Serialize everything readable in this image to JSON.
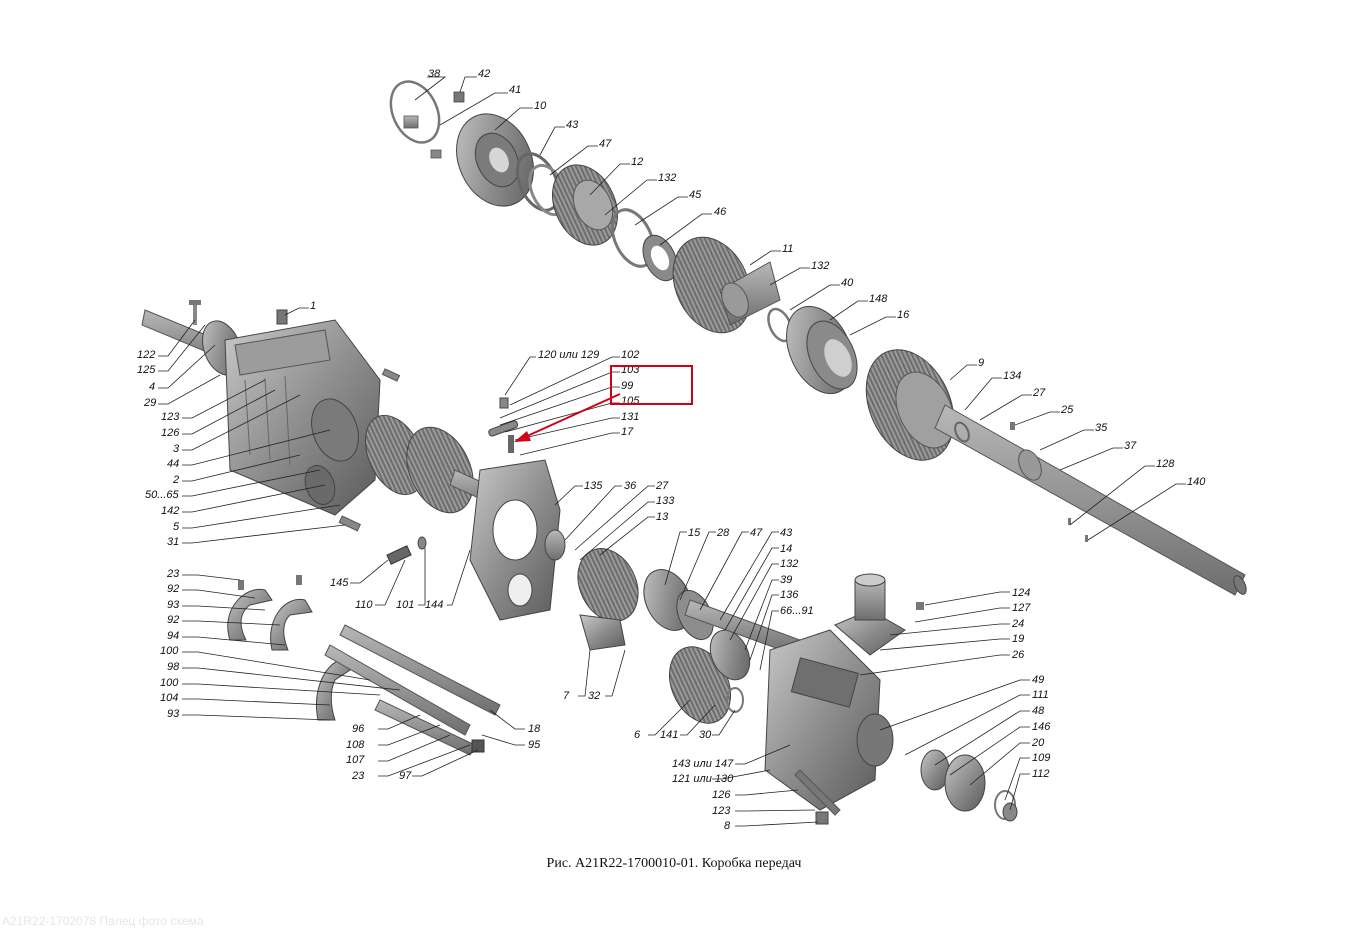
{
  "caption": "Рис. A21R22-1700010-01. Коробка передач",
  "watermark": "A21R22-1702078 Палец фото схема",
  "highlight_color": "#d0021b",
  "labels": {
    "l38": "38",
    "l42": "42",
    "l41": "41",
    "l10": "10",
    "l43a": "43",
    "l47a": "47",
    "l12": "12",
    "l132a": "132",
    "l45": "45",
    "l46": "46",
    "l11": "11",
    "l132b": "132",
    "l40": "40",
    "l148": "148",
    "l16": "16",
    "l9": "9",
    "l134": "134",
    "l27a": "27",
    "l25": "25",
    "l35": "35",
    "l37": "37",
    "l128": "128",
    "l140": "140",
    "l1": "1",
    "l122": "122",
    "l125": "125",
    "l4": "4",
    "l29": "29",
    "l123a": "123",
    "l126a": "126",
    "l3": "3",
    "l44": "44",
    "l2": "2",
    "l5065": "50...65",
    "l142": "142",
    "l5": "5",
    "l31": "31",
    "l120": "120 или 129",
    "l102": "102",
    "l103": "103",
    "l99": "99",
    "l105": "105",
    "l131": "131",
    "l17": "17",
    "l135": "135",
    "l36": "36",
    "l27b": "27",
    "l133": "133",
    "l13": "13",
    "l145": "145",
    "l110": "110",
    "l101": "101",
    "l144": "144",
    "l15": "15",
    "l28": "28",
    "l47b": "47",
    "l43b": "43",
    "l14": "14",
    "l132c": "132",
    "l39": "39",
    "l136": "136",
    "l6691": "66...91",
    "l124": "124",
    "l127": "127",
    "l24": "24",
    "l19": "19",
    "l26": "26",
    "l23a": "23",
    "l92a": "92",
    "l93a": "93",
    "l92b": "92",
    "l94": "94",
    "l100a": "100",
    "l98": "98",
    "l100b": "100",
    "l104": "104",
    "l93b": "93",
    "l96": "96",
    "l108": "108",
    "l107": "107",
    "l23b": "23",
    "l97": "97",
    "l18": "18",
    "l95": "95",
    "l7": "7",
    "l32": "32",
    "l6": "6",
    "l141": "141",
    "l30": "30",
    "l49": "49",
    "l111": "111",
    "l48": "48",
    "l146": "146",
    "l20": "20",
    "l109": "109",
    "l112": "112",
    "l143": "143 или 147",
    "l121": "121 или 130",
    "l126b": "126",
    "l123b": "123",
    "l8": "8"
  }
}
